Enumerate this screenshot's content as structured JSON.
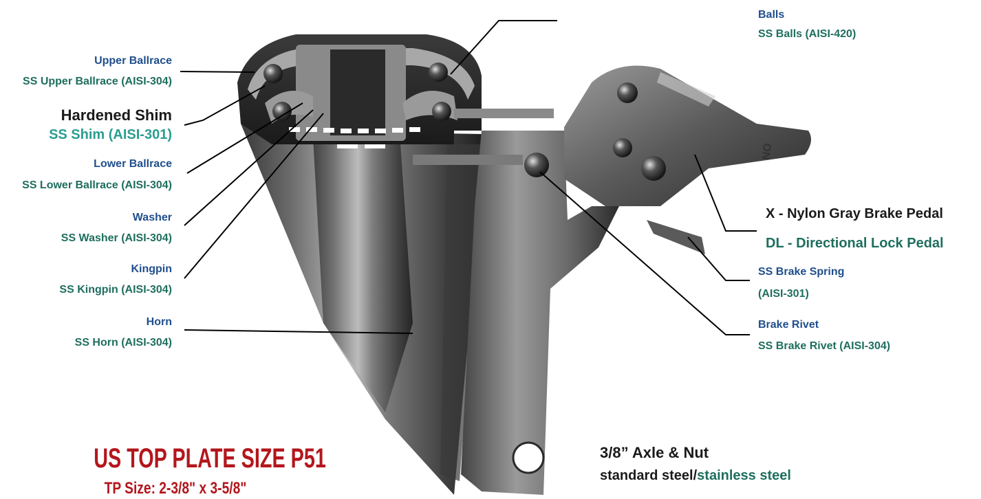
{
  "title": "US TOP PLATE SIZE P51",
  "subtitle": "TP Size: 2-3/8\" x 3-5/8\"",
  "colors": {
    "blue_label": "#1f4e8c",
    "green_label": "#1e6e5e",
    "teal_label": "#2a9d8f",
    "title_red": "#b3161c",
    "dark_label": "#1a1a1a"
  },
  "parts": {
    "balls": {
      "name": "Balls",
      "material": "SS Balls (AISI-420)"
    },
    "upper_ballrace": {
      "name": "Upper Ballrace",
      "material": "SS Upper Ballrace (AISI-304)"
    },
    "hardened_shim": {
      "name": "Hardened Shim",
      "material": "SS Shim (AISI-301)"
    },
    "lower_ballrace": {
      "name": "Lower Ballrace",
      "material": "SS Lower Ballrace (AISI-304)"
    },
    "washer": {
      "name": "Washer",
      "material": "SS Washer (AISI-304)"
    },
    "kingpin": {
      "name": "Kingpin",
      "material": "SS Kingpin (AISI-304)"
    },
    "horn": {
      "name": "Horn",
      "material": "SS Horn (AISI-304)"
    },
    "brake_pedal": {
      "name": "X - Nylon Gray Brake Pedal",
      "material": "DL - Directional Lock Pedal"
    },
    "brake_spring": {
      "name": "SS Brake Spring",
      "material": "(AISI-301)"
    },
    "brake_rivet": {
      "name": "Brake Rivet",
      "material": "SS Brake Rivet (AISI-304)"
    },
    "axle": {
      "name": "3/8” Axle & Nut",
      "material_prefix": "standard steel/",
      "material_suffix": "stainless steel"
    }
  },
  "pedal_embossed_text": "ON"
}
